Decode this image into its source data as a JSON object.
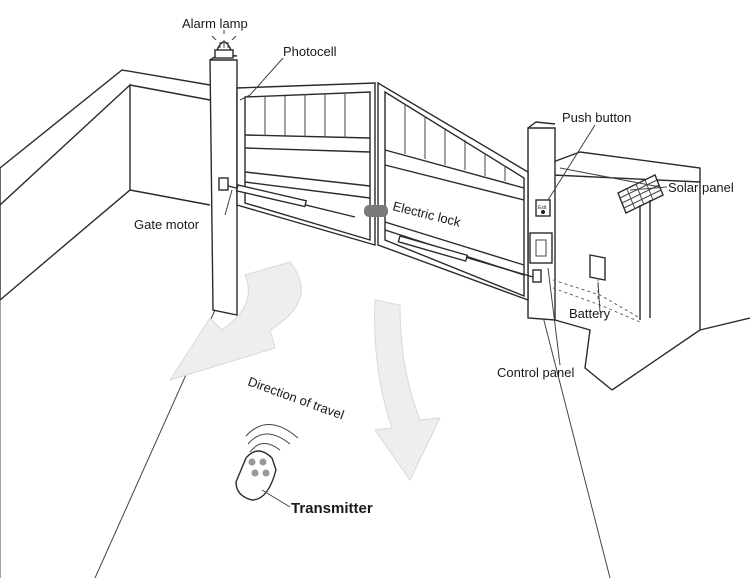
{
  "labels": {
    "alarm_lamp": "Alarm lamp",
    "photocell": "Photocell",
    "push_button": "Push button",
    "solar_panel": "Solar panel",
    "gate_motor": "Gate motor",
    "electric_lock": "Electric lock",
    "battery": "Battery",
    "control_panel": "Control panel",
    "direction_of_travel": "Direction of travel",
    "transmitter": "Transmitter",
    "exit_button_text": "Exit"
  }
}
